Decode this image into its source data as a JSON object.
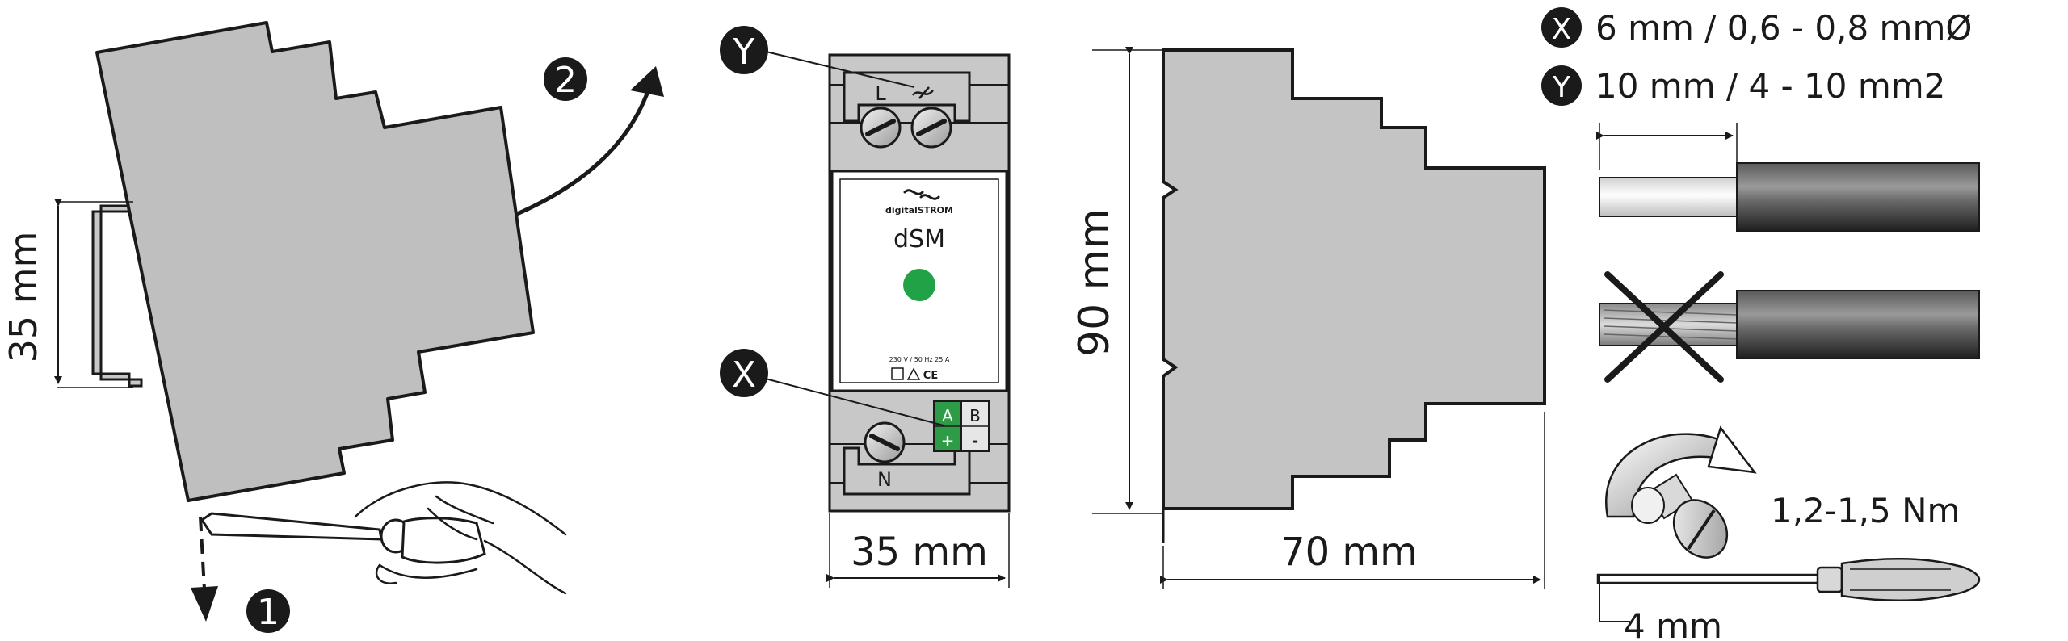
{
  "steps": {
    "step1": "1",
    "step2": "2"
  },
  "rail_height_label": "35 mm",
  "callouts": {
    "y": "Y",
    "x": "X"
  },
  "device": {
    "brand": "digitalSTROM",
    "model": "dSM",
    "terminal_l": "L",
    "terminal_n": "N",
    "terminal_a": "A",
    "terminal_b": "B",
    "terminal_plus": "+",
    "terminal_minus": "-",
    "rating": "230 V / 50 Hz 25 A",
    "ce_mark": "CE",
    "led_color": "#22a246",
    "green_terminal_color": "#2e9b46"
  },
  "front_width_label": "35 mm",
  "side_height_label": "90 mm",
  "side_depth_label": "70 mm",
  "legend": {
    "x_spec": "6 mm / 0,6 - 0,8 mmØ",
    "y_spec": "10 mm / 4 - 10 mm2"
  },
  "torque_label": "1,2-1,5 Nm",
  "screwdriver_label": "4 mm"
}
